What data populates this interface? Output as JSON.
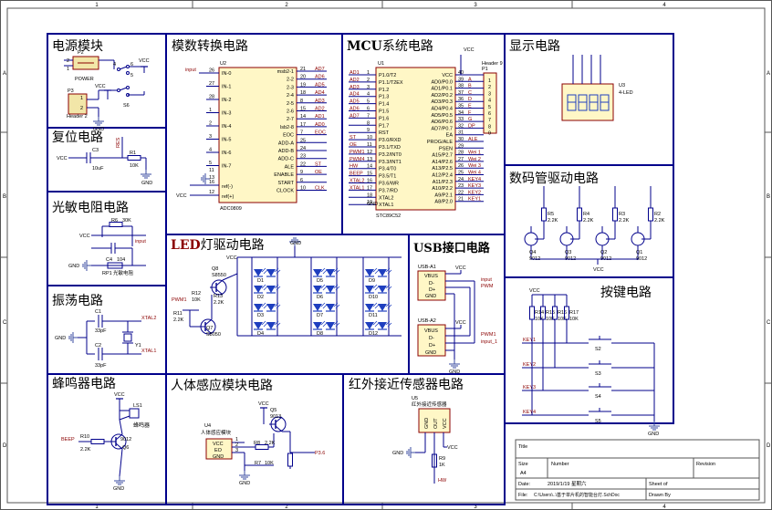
{
  "colors": {
    "frame": "#00008b",
    "wire": "#00008b",
    "label": "#8b0000",
    "part": "#1a1a1a",
    "led": "#1f3fbf",
    "ground": "#3a4ba0"
  },
  "frame": {
    "cols": [
      "1",
      "2",
      "3",
      "4"
    ],
    "rows": [
      "A",
      "B",
      "C",
      "D"
    ]
  },
  "titles": {
    "power": "电源模块",
    "reset": "复位电路",
    "ldr": "光敏电阻电路",
    "osc": "振荡电路",
    "buzzer": "蜂鸣器电路",
    "adc": "模数转换电路",
    "mcu_prefix": "MCU",
    "mcu_suffix": "系统电路",
    "display": "显示电路",
    "seg_drive": "数码管驱动电路",
    "led_prefix": "LED",
    "led_suffix": "灯驱动电路",
    "usb": "USB接口电路",
    "keys": "按键电路",
    "pir": "人体感应模块电路",
    "ir": "红外接近传感器电路"
  },
  "power": {
    "p2": "P2",
    "power": "POWER",
    "p3": "P3",
    "header": "Header 2",
    "s6": "S6",
    "vcc": "VCC",
    "gnd": "GND",
    "n1": "1",
    "n2": "2",
    "n4": "4",
    "n5": "5",
    "n6": "6"
  },
  "reset": {
    "c3": "C3",
    "c3v": "10uF",
    "r1": "R1",
    "r1v": "10K",
    "res": "RES",
    "vcc": "VCC",
    "gnd": "GND"
  },
  "ldr": {
    "r6": "R6",
    "r6v": "30K",
    "c4": "C4",
    "c4v": "104",
    "rp1": "RP1",
    "rp1v": "光敏电阻",
    "input": "input",
    "vcc": "VCC",
    "gnd": "GND"
  },
  "osc": {
    "c1": "C1",
    "c1v": "33pF",
    "c2": "C2",
    "c2v": "33pF",
    "y1": "Y1",
    "x1": "XTAL1",
    "x2": "XTAL2",
    "gnd": "GND"
  },
  "buzzer": {
    "vcc": "VCC",
    "ls1": "LS1",
    "ls1v": "蜂鸣器",
    "beep": "BEEP",
    "r10": "R10",
    "r10v": "2.2K",
    "q6": "Q6",
    "q6v": "9012",
    "gnd": "GND"
  },
  "adc": {
    "u2": "U2",
    "part": "ADC0809",
    "input": "input",
    "left_nums": [
      "26",
      "27",
      "28",
      "1",
      "2",
      "3",
      "4",
      "5"
    ],
    "left_pins": [
      "IN-0",
      "IN-1",
      "IN-2",
      "IN-3",
      "IN-4",
      "IN-5",
      "IN-6",
      "IN-7"
    ],
    "right_pins": [
      "msb2-1",
      "2-2",
      "2-3",
      "2-4",
      "2-5",
      "2-6",
      "2-7",
      "lsb2-8",
      "EOC",
      "ADD-A",
      "ADD-B",
      "ADD-C",
      "ALE",
      "ENABLE",
      "START",
      "CLOCK"
    ],
    "right_nums": [
      "21",
      "20",
      "19",
      "18",
      "8",
      "15",
      "14",
      "17",
      "7",
      "25",
      "24",
      "23",
      "22",
      "9",
      "6",
      "10"
    ],
    "right_nets": [
      "AD7",
      "AD6",
      "AD5",
      "AD4",
      "AD3",
      "AD2",
      "AD1",
      "AD0",
      "EOC",
      "",
      "",
      "",
      "ST",
      "OE",
      "",
      "CLK"
    ],
    "ref_neg": "ref(-)",
    "ref_pos": "ref(+)",
    "ref_neg_num": "16",
    "ref_pos_num": "12",
    "p11": "11",
    "p13": "13",
    "vcc": "VCC"
  },
  "mcu": {
    "u1": "U1",
    "part": "STC89C52",
    "vcc": "VCC",
    "gnd": "GND",
    "left_nets": [
      "AD1",
      "AD2",
      "AD3",
      "AD4",
      "AD5",
      "AD6",
      "AD7",
      "",
      "ST",
      "OE",
      "PWM1",
      "PWM4",
      "HW",
      "BEEP",
      "XTAL2",
      "XTAL1"
    ],
    "left_nums": [
      "1",
      "2",
      "3",
      "4",
      "5",
      "6",
      "7",
      "8",
      "9",
      "10",
      "11",
      "12",
      "13",
      "14",
      "15",
      "16",
      "17",
      "18",
      "19"
    ],
    "left_pins": [
      "P1.0/T2",
      "P1.1/T2EX",
      "P1.2",
      "P1.3",
      "P1.4",
      "P1.5",
      "P1.6",
      "P1.7",
      "RST",
      "P3.0/RXD",
      "P3.1/TXD",
      "P3.2/INT0",
      "P3.3/INT1",
      "P3.4/T0",
      "P3.5/T1",
      "P3.6/WR",
      "P3.7/RD",
      "XTAL2",
      "XTAL1"
    ],
    "right_pins": [
      "VCC",
      "AD0/P0.0",
      "AD1/P0.1",
      "AD2/P0.2",
      "AD3/P0.3",
      "AD4/P0.4",
      "AD5/P0.5",
      "AD6/P0.6",
      "AD7/P0.7",
      "EA",
      "PROG/ALE",
      "PSEN",
      "A15/P2.7",
      "A14/P2.6",
      "A13/P2.5",
      "A12/P2.4",
      "A11/P2.3",
      "A10/P2.2",
      "A9/P2.1",
      "A8/P2.0"
    ],
    "right_nums": [
      "40",
      "39",
      "38",
      "37",
      "36",
      "35",
      "34",
      "33",
      "32",
      "31",
      "30",
      "29",
      "28",
      "27",
      "26",
      "25",
      "24",
      "23",
      "22",
      "21"
    ],
    "right_nets": [
      "",
      "A",
      "B",
      "C",
      "D",
      "E",
      "F",
      "G",
      "DP",
      "",
      "ALE",
      "",
      "Wei 1",
      "Wei 2",
      "Wei 3",
      "Wei 4",
      "KEY4",
      "KEY3",
      "KEY2",
      "KEY1"
    ],
    "p1": "P1",
    "header": "Header 9",
    "hdr_nums": [
      "1",
      "2",
      "3",
      "4",
      "5",
      "6",
      "7",
      "8",
      "9"
    ]
  },
  "display": {
    "u3": "U3",
    "part": "4-LED"
  },
  "seg": {
    "r": [
      "R5",
      "R4",
      "R3",
      "R2"
    ],
    "rv": "2.2K",
    "q": [
      "Q4",
      "Q3",
      "Q2",
      "Q1"
    ],
    "qv": "9012",
    "vcc": "VCC"
  },
  "led": {
    "gnd": "GND",
    "q8": "Q8",
    "q8v": "S8550",
    "q7": "Q7",
    "q7v": "S8050",
    "r11": "R11",
    "r11v": "2.2K",
    "r12": "R12",
    "r12v": "10K",
    "r13": "R13",
    "r13v": "2.2K",
    "pwm": "PWM1",
    "vcc": "VCC",
    "d": [
      "D1",
      "D2",
      "D3",
      "D4",
      "D5",
      "D6",
      "D7",
      "D8",
      "D9",
      "D10",
      "D11",
      "D12"
    ]
  },
  "usb": {
    "a1": "USB-A1",
    "a2": "USB-A2",
    "pins": [
      "VBUS",
      "D-",
      "D+",
      "GND"
    ],
    "vcc": "VCC",
    "input": "input",
    "pwm": "PWM",
    "pwm1": "PWM1",
    "input1": "input_1",
    "gnd": "GND"
  },
  "keys": {
    "vcc": "VCC",
    "r": [
      "R14",
      "R15",
      "R16",
      "R17"
    ],
    "rv": "10K",
    "keys": [
      "KEY1",
      "KEY2",
      "KEY3",
      "KEY4"
    ],
    "s": [
      "S2",
      "S3",
      "S4",
      "S5"
    ],
    "gnd": "GND"
  },
  "pir": {
    "vcc": "VCC",
    "q5": "Q5",
    "q5v": "9013",
    "u4": "U4",
    "u4v": "人体感应模块",
    "pins": [
      "VCC",
      "EO",
      "GND"
    ],
    "pin_nums": [
      "1",
      "2",
      "3"
    ],
    "r8": "R8",
    "r8v": "2.2K",
    "r7": "R7",
    "r7v": "10K",
    "p36": "P3.6",
    "gnd": "GND"
  },
  "ir": {
    "u5": "U5",
    "u5v": "红外接近传感器",
    "pins": [
      "GND",
      "OUT",
      "VCC"
    ],
    "vcc": "VCC",
    "r9": "R9",
    "r9v": "1K",
    "hw": "HW",
    "gnd": "GND"
  },
  "titleblock": {
    "title": "Title",
    "size": "Size",
    "size_v": "A4",
    "number": "Number",
    "revision": "Revision",
    "date": "Date:",
    "date_v": "2019/1/19 星期六",
    "file": "File:",
    "file_v": "C:\\Users\\..\\基于单片机的智能台灯.SchDoc",
    "sheet": "Sheet   of",
    "drawn": "Drawn By"
  }
}
